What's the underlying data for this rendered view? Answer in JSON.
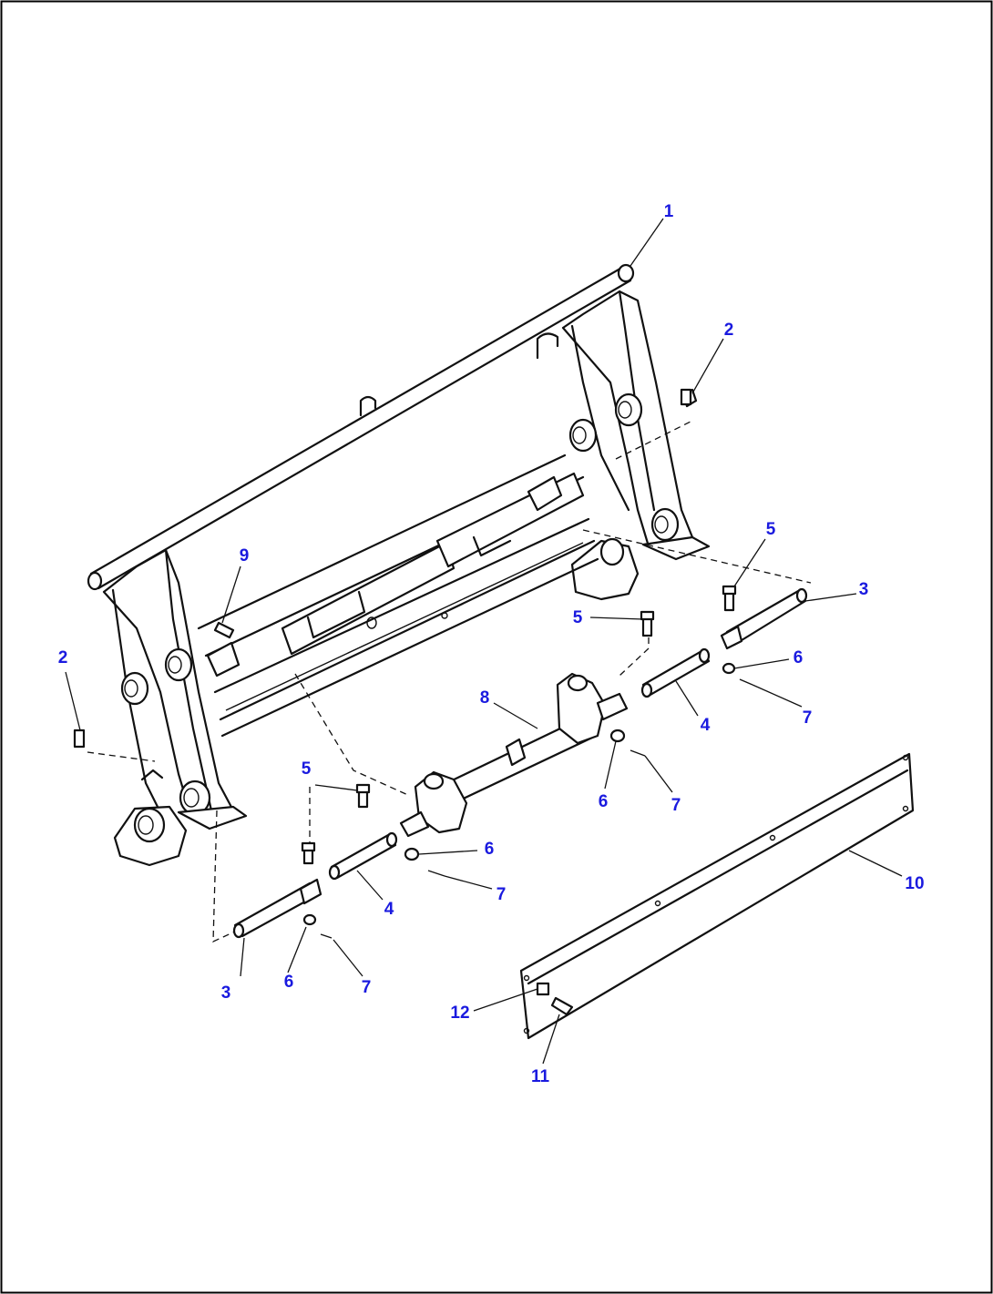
{
  "callouts": [
    {
      "id": "c1",
      "label": "1"
    },
    {
      "id": "c2a",
      "label": "2"
    },
    {
      "id": "c2b",
      "label": "2"
    },
    {
      "id": "c3a",
      "label": "3"
    },
    {
      "id": "c3b",
      "label": "3"
    },
    {
      "id": "c4a",
      "label": "4"
    },
    {
      "id": "c4b",
      "label": "4"
    },
    {
      "id": "c5a",
      "label": "5"
    },
    {
      "id": "c5b",
      "label": "5"
    },
    {
      "id": "c5c",
      "label": "5"
    },
    {
      "id": "c6a",
      "label": "6"
    },
    {
      "id": "c6b",
      "label": "6"
    },
    {
      "id": "c6c",
      "label": "6"
    },
    {
      "id": "c6d",
      "label": "6"
    },
    {
      "id": "c7a",
      "label": "7"
    },
    {
      "id": "c7b",
      "label": "7"
    },
    {
      "id": "c7c",
      "label": "7"
    },
    {
      "id": "c7d",
      "label": "7"
    },
    {
      "id": "c8",
      "label": "8"
    },
    {
      "id": "c9",
      "label": "9"
    },
    {
      "id": "c10",
      "label": "10"
    },
    {
      "id": "c11",
      "label": "11"
    },
    {
      "id": "c12",
      "label": "12"
    }
  ],
  "colors": {
    "callout": "#1a1adf",
    "line": "#111111",
    "frame": "#000000"
  }
}
